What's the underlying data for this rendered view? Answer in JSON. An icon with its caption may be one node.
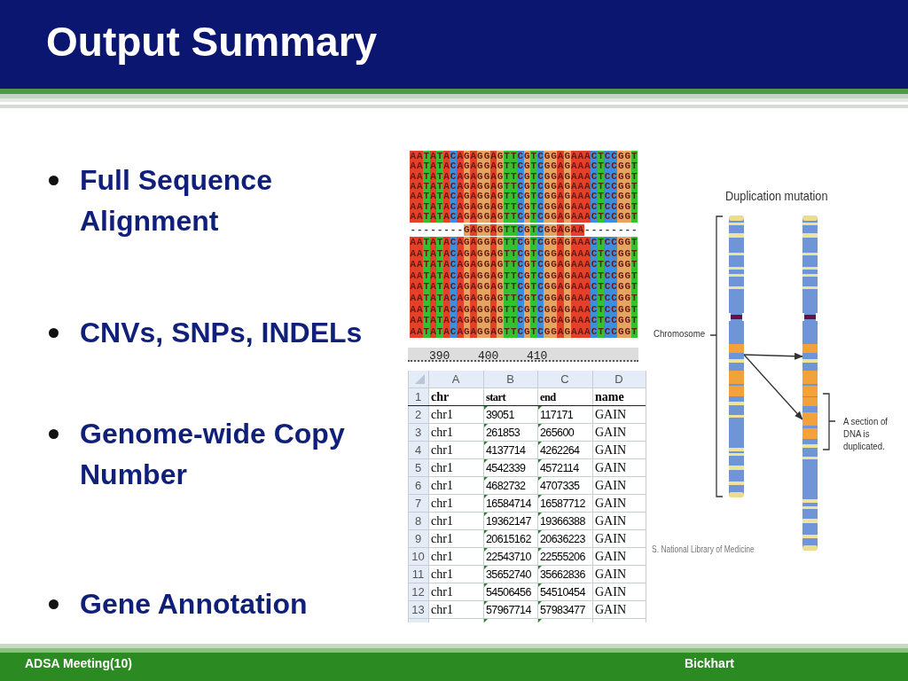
{
  "diagram": {
    "title": "Output Summary",
    "nodes": [
      {
        "text": [],
        "shape": "bar"
      },
      {
        "text": [],
        "shape": "bar"
      }
    ],
    "edges": [
      {
        "from": 0,
        "to": 1,
        "arrow": "to"
      },
      {
        "from": 0,
        "to": 1,
        "arrow": "to"
      }
    ],
    "labels": [
      "Full Sequence Alignment",
      "CNVs, SNPs, INDELs",
      "Genome-wide Copy Number",
      "Gene Annotation",
      "AATATACAGAGGAGTTCGTCGGAGAAACTCCGGT",
      "AATATACAGAGGAGTTCGTCGGAGAAACTCCGGT",
      "AATATACAGAGGAGTTCGTCGGAGAAACTCCGGT",
      "AATATACAGAGGAGTTCGTCGGAGAAACTCCGGT",
      "AATATACAGAGGAGTTCGTCGGAGAAACTCCGGT",
      "AATATACAGAGGAGTTCGTCGGAGAAACTCCGGT",
      "AATATACAGAGGAGTTCGTCGGAGAAACTCCGGT",
      "--------GAGGAGTTCGTCGGAGAA--------",
      "AATATACAGAGGAGTTCGTCGGAGAAACTCCGGT",
      "AATATACAGAGGAGTTCGTCGGAGAAACTCCGGT",
      "AATATACAGAGGAGTTCGTCGGAGAAACTCCGGT",
      "AATATACAGAGGAGTTCGTCGGAGAAACTCCGGT",
      "AATATACAGAGGAGTTCGTCGGAGAAACTCCGGT",
      "AATATACAGAGGAGTTCGTCGGAGAAACTCCGGT",
      "AATATACAGAGGAGTTCGTCGGAGAAACTCCGGT",
      "AATATACAGAGGAGTTCGTCGGAGAAACTCCGGT",
      "AATATACAGAGGAGTTCGTCGGAGAAACTCCGGT",
      "390",
      "400",
      "410",
      "A",
      "B",
      "C",
      "D",
      "1",
      "chr",
      "start",
      "end",
      "name",
      "2",
      "chr1",
      "39051",
      "117171",
      "GAIN",
      "3",
      "chr1",
      "261853",
      "265600",
      "GAIN",
      "4",
      "chr1",
      "4137714",
      "4262264",
      "GAIN",
      "5",
      "chr1",
      "4542339",
      "4572114",
      "GAIN",
      "6",
      "chr1",
      "4682732",
      "4707335",
      "GAIN",
      "7",
      "chr1",
      "16584714",
      "16587712",
      "GAIN",
      "8",
      "chr1",
      "19362147",
      "19366388",
      "GAIN",
      "9",
      "chr1",
      "20615162",
      "20636223",
      "GAIN",
      "10",
      "chr1",
      "22543710",
      "22555206",
      "GAIN",
      "11",
      "chr1",
      "35652740",
      "35662836",
      "GAIN",
      "12",
      "chr1",
      "54506456",
      "54510454",
      "GAIN",
      "13",
      "chr1",
      "57967714",
      "57983477",
      "GAIN",
      "Duplication mutation",
      "Chromosome",
      "A section of DNA is duplicated.",
      "S. National Library of Medicine",
      "ADSA Meeting(10)",
      "Bickhart"
    ]
  }
}
